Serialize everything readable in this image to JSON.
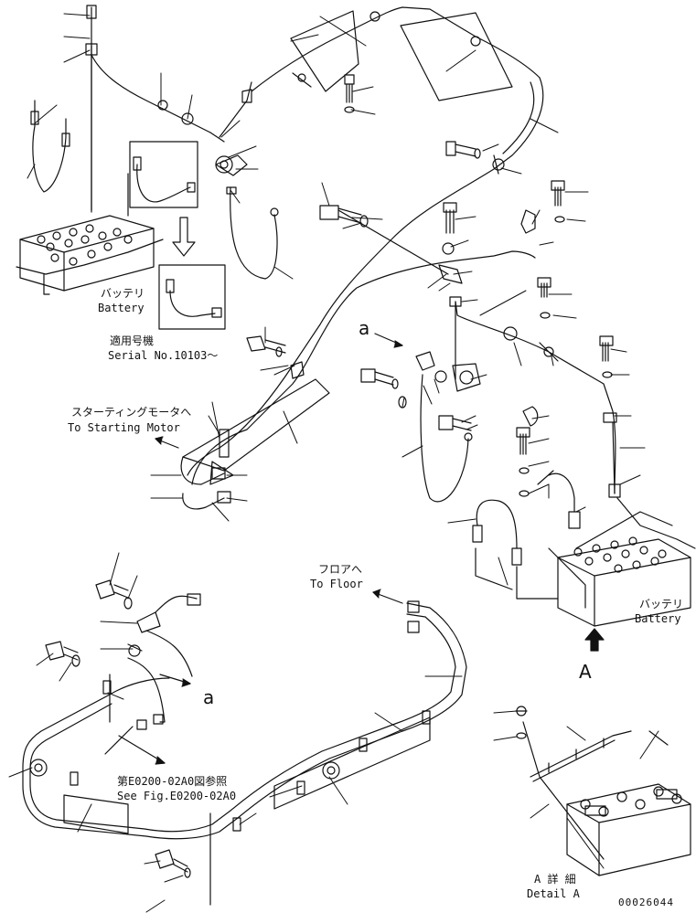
{
  "labels": {
    "battery_top_jp": "バッテリ",
    "battery_top_en": "Battery",
    "serial_jp": "適用号機",
    "serial_en": "Serial No.10103～",
    "starting_motor_jp": "スターティングモータへ",
    "starting_motor_en": "To Starting Motor",
    "floor_jp": "フロアへ",
    "floor_en": "To Floor",
    "battery_right_jp": "バッテリ",
    "battery_right_en": "Battery",
    "ref_a_top": "a",
    "ref_a_bottom": "a",
    "view_a": "A",
    "see_fig_jp": "第E0200-02A0図参照",
    "see_fig_en": "See Fig.E0200-02A0",
    "detail_jp": "A 詳 細",
    "detail_en": "Detail A",
    "drawing_number": "00026044"
  },
  "colors": {
    "line": "#111111",
    "background": "#ffffff"
  }
}
